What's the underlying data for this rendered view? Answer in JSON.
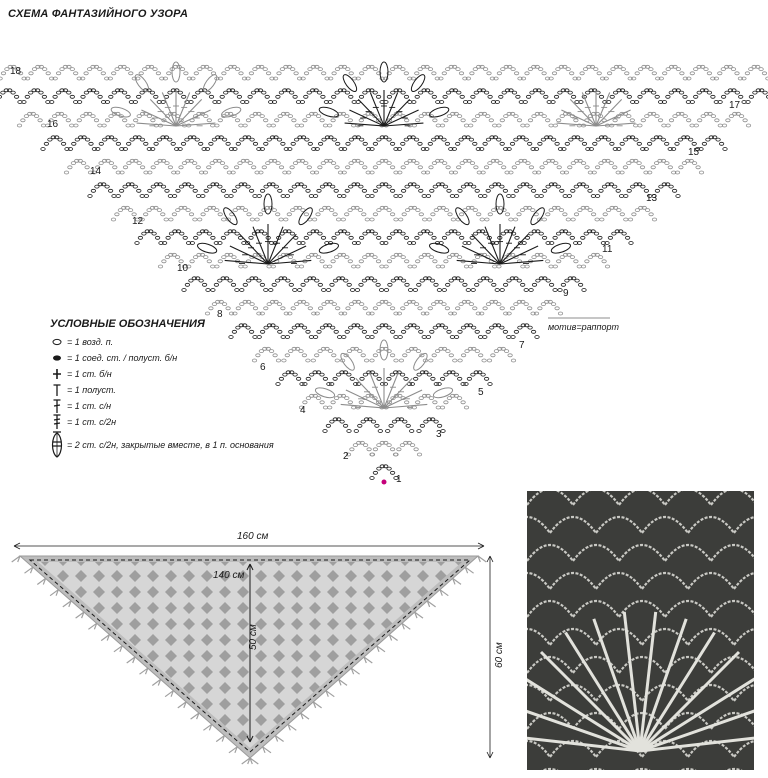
{
  "diagram": {
    "title": "СХЕМА ФАНТАЗИЙНОГО УЗОРА",
    "rows_left": [
      "18",
      "16",
      "14",
      "12",
      "10",
      "8",
      "6",
      "4",
      "2"
    ],
    "rows_right": [
      "17",
      "15",
      "13",
      "11",
      "9",
      "7",
      "5",
      "3",
      "1"
    ],
    "motif_label": "мотив=раппорт"
  },
  "legend": {
    "title": "УСЛОВНЫЕ ОБОЗНАЧЕНИЯ",
    "items": [
      {
        "icon": "chain-stitch-icon",
        "text": "= 1 возд. п."
      },
      {
        "icon": "slip-stitch-icon",
        "text": "= 1 соед. ст. / полуст. б/н"
      },
      {
        "icon": "single-crochet-icon",
        "text": "= 1 ст. б/н"
      },
      {
        "icon": "half-double-crochet-icon",
        "text": "= 1 полуст."
      },
      {
        "icon": "double-crochet-icon",
        "text": "= 1 ст. с/н"
      },
      {
        "icon": "treble-crochet-icon",
        "text": "= 1 ст. с/2н"
      },
      {
        "icon": "cluster-icon",
        "text": "= 2 ст. с/2н, закрытые вместе, в 1 п. основания"
      }
    ]
  },
  "schematic": {
    "top_width": "160 см",
    "inner_width": "140 см",
    "inner_height": "50 см",
    "outer_height": "60 см"
  },
  "colors": {
    "ink": "#1a1a1a",
    "gray_ink": "#8c8c8c",
    "fill_gray": "#a9a9a9",
    "accent_dot": "#c4007a"
  }
}
